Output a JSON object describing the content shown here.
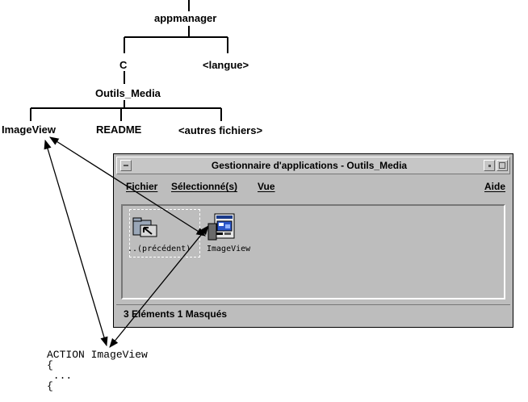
{
  "tree": {
    "root": "appmanager",
    "lang_c": "C",
    "lang_var": "<langue>",
    "group": "Outils_Media",
    "file_imageview": "ImageView",
    "file_readme": "README",
    "file_others": "<autres fichiers>"
  },
  "window": {
    "title": "Gestionnaire d'applications - Outils_Media",
    "menus": [
      "Fichier",
      "Sélectionné(s)",
      "Vue"
    ],
    "help_menu": "Aide",
    "icons": [
      {
        "label": "..(précédent)",
        "icon": "parent-folder-icon"
      },
      {
        "label": "ImageView",
        "icon": "imageview-app-icon"
      }
    ],
    "status": "3 Eléments  1 Masqués"
  },
  "code": {
    "lines": [
      "ACTION ImageView",
      "{",
      " ...",
      "{"
    ]
  }
}
